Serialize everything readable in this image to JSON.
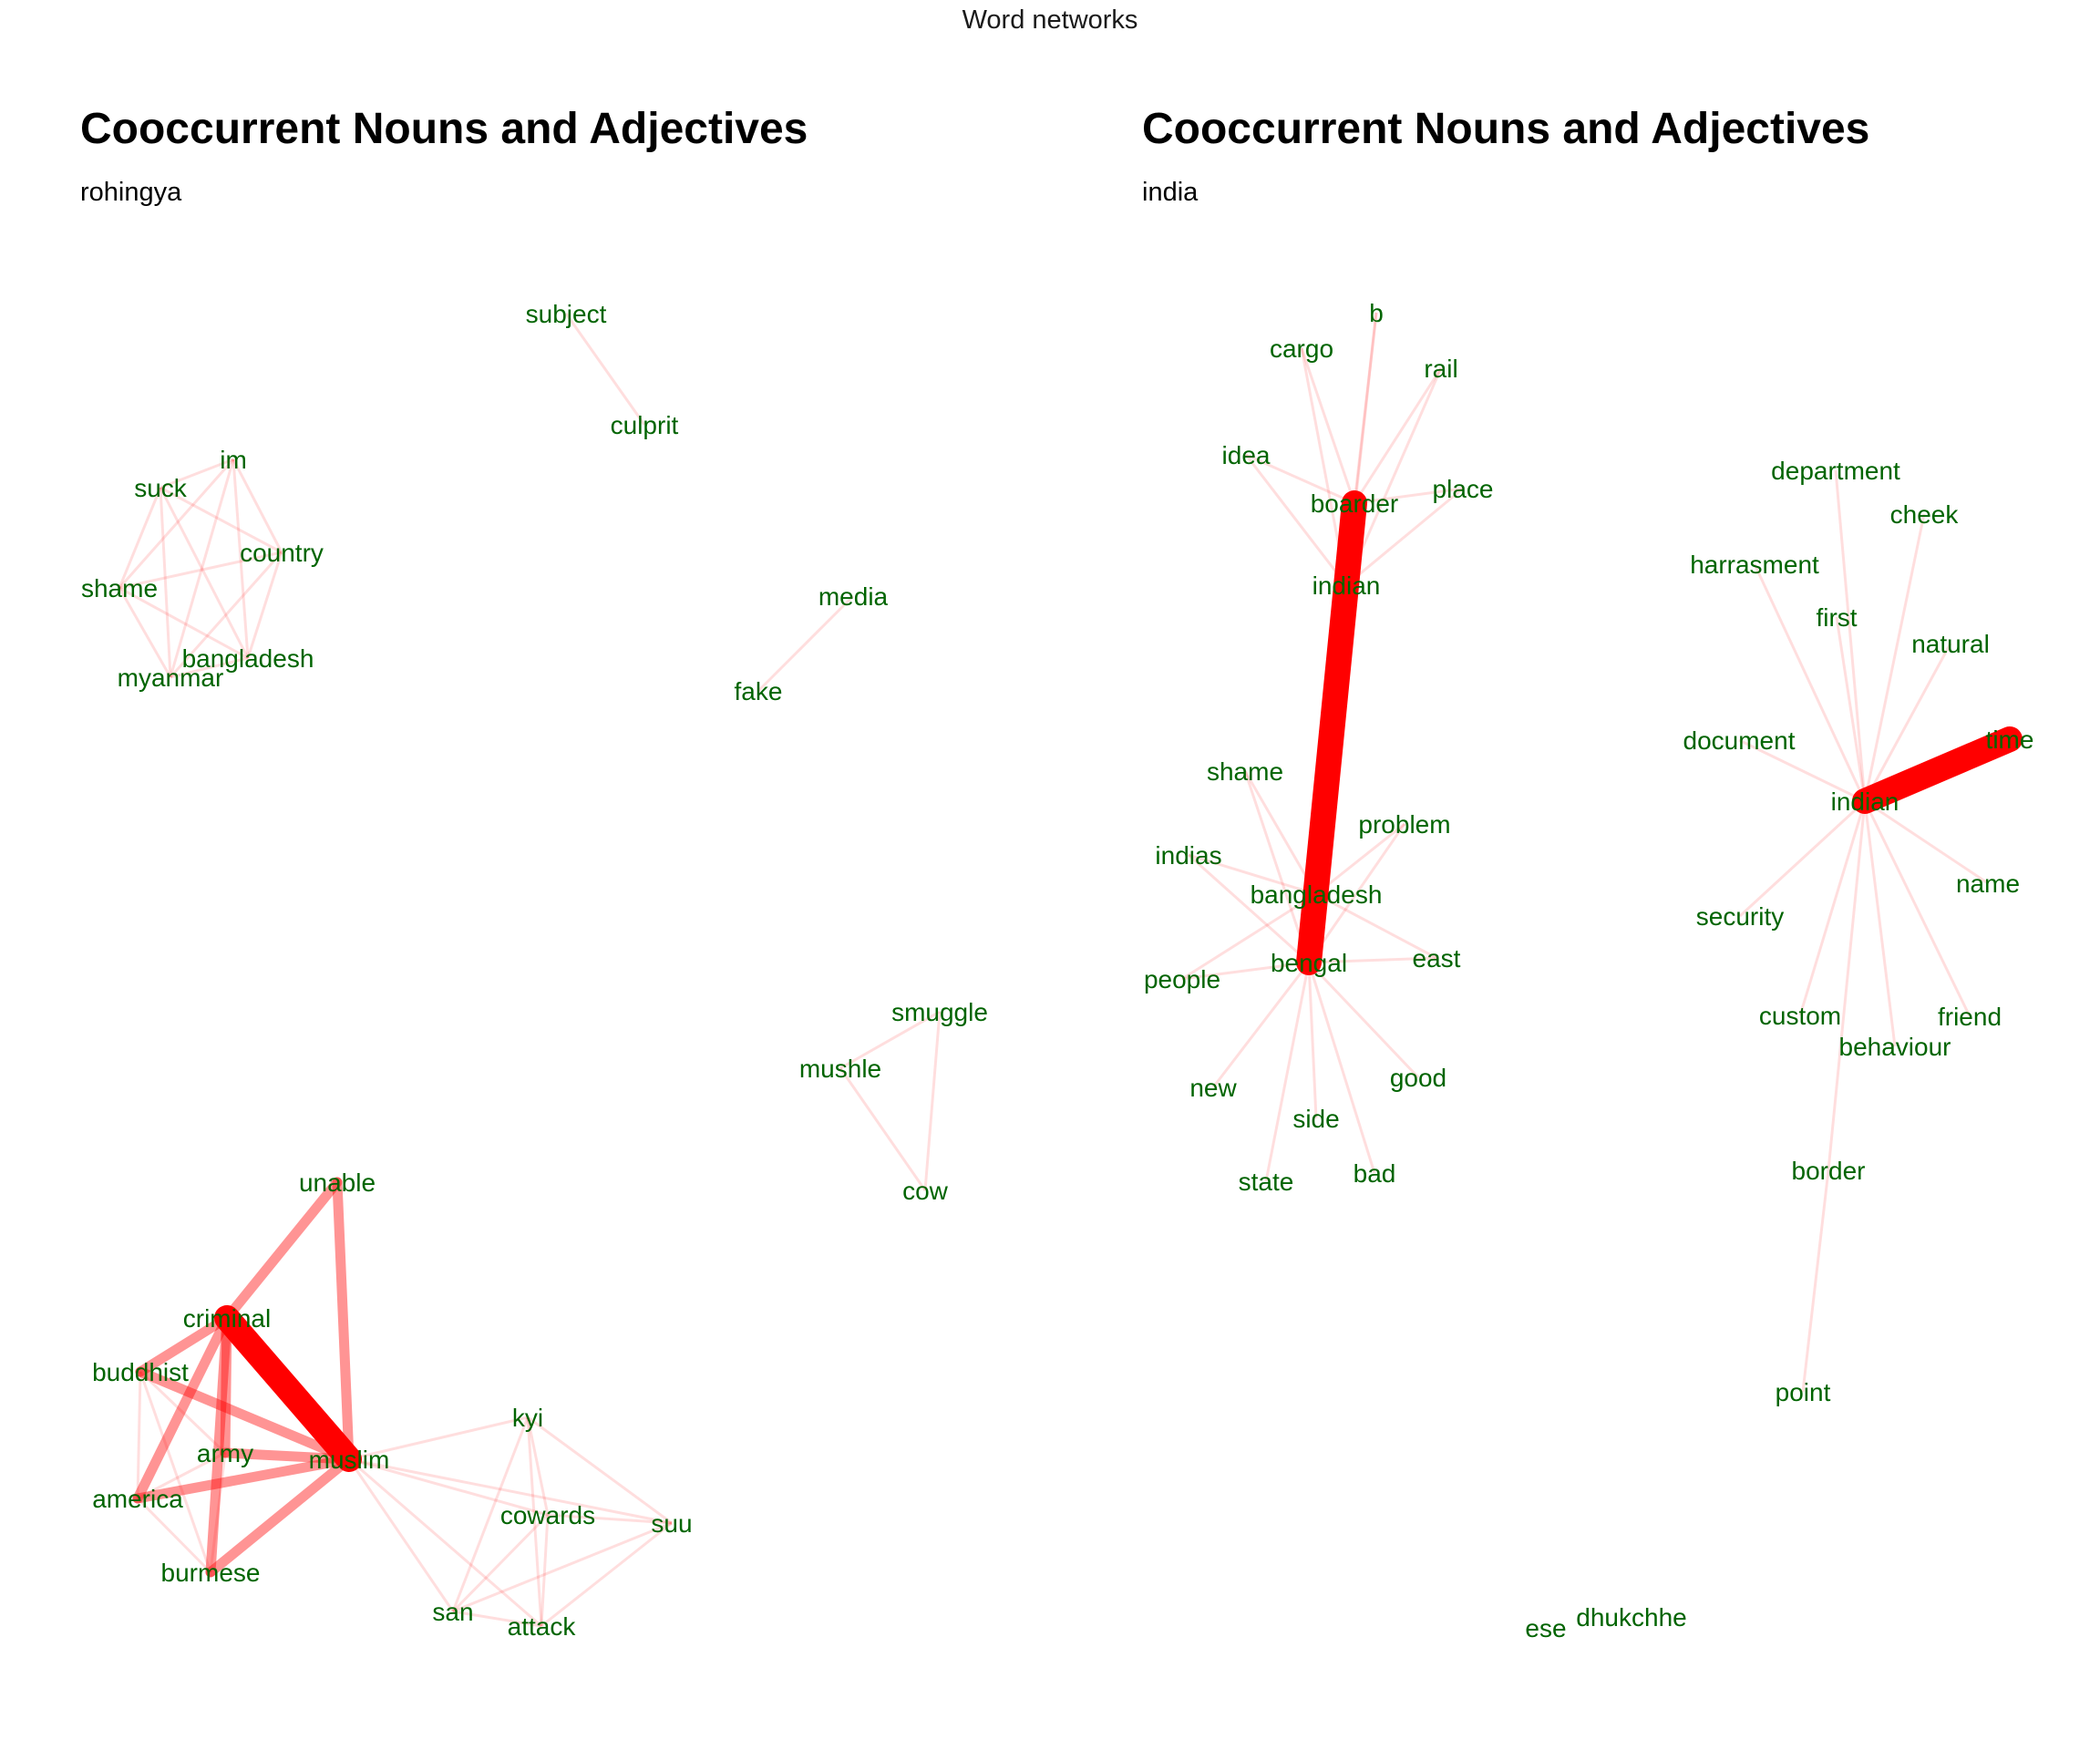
{
  "suptitle": "Word networks",
  "colors": {
    "edge": "#ff0000",
    "label": "#006400"
  },
  "networks": [
    {
      "title": "Cooccurrent Nouns and Adjectives",
      "subtitle": "rohingya",
      "nodes": [
        {
          "id": "subject",
          "label": "subject"
        },
        {
          "id": "culprit",
          "label": "culprit"
        },
        {
          "id": "im",
          "label": "im"
        },
        {
          "id": "suck",
          "label": "suck"
        },
        {
          "id": "country",
          "label": "country"
        },
        {
          "id": "shame",
          "label": "shame"
        },
        {
          "id": "bangladesh",
          "label": "bangladesh"
        },
        {
          "id": "myanmar",
          "label": "myanmar"
        },
        {
          "id": "media",
          "label": "media"
        },
        {
          "id": "fake",
          "label": "fake"
        },
        {
          "id": "smuggle",
          "label": "smuggle"
        },
        {
          "id": "mushle",
          "label": "mushle"
        },
        {
          "id": "cow",
          "label": "cow"
        },
        {
          "id": "unable",
          "label": "unable"
        },
        {
          "id": "criminal",
          "label": "criminal"
        },
        {
          "id": "buddhist",
          "label": "buddhist"
        },
        {
          "id": "army",
          "label": "army"
        },
        {
          "id": "muslim",
          "label": "muslim"
        },
        {
          "id": "america",
          "label": "america"
        },
        {
          "id": "burmese",
          "label": "burmese"
        },
        {
          "id": "kyi",
          "label": "kyi"
        },
        {
          "id": "cowards",
          "label": "cowards"
        },
        {
          "id": "suu",
          "label": "suu"
        },
        {
          "id": "san",
          "label": "san"
        },
        {
          "id": "attack",
          "label": "attack"
        }
      ],
      "edges": [
        {
          "source": "subject",
          "target": "culprit",
          "weight": 1
        },
        {
          "source": "media",
          "target": "fake",
          "weight": 1
        },
        {
          "source": "smuggle",
          "target": "mushle",
          "weight": 1
        },
        {
          "source": "smuggle",
          "target": "cow",
          "weight": 1
        },
        {
          "source": "mushle",
          "target": "cow",
          "weight": 1
        },
        {
          "source": "im",
          "target": "suck",
          "weight": 1
        },
        {
          "source": "im",
          "target": "country",
          "weight": 1
        },
        {
          "source": "im",
          "target": "shame",
          "weight": 1
        },
        {
          "source": "im",
          "target": "bangladesh",
          "weight": 1
        },
        {
          "source": "im",
          "target": "myanmar",
          "weight": 1
        },
        {
          "source": "suck",
          "target": "country",
          "weight": 1
        },
        {
          "source": "suck",
          "target": "shame",
          "weight": 1
        },
        {
          "source": "suck",
          "target": "bangladesh",
          "weight": 1
        },
        {
          "source": "suck",
          "target": "myanmar",
          "weight": 1
        },
        {
          "source": "country",
          "target": "shame",
          "weight": 1
        },
        {
          "source": "country",
          "target": "bangladesh",
          "weight": 1
        },
        {
          "source": "country",
          "target": "myanmar",
          "weight": 1
        },
        {
          "source": "shame",
          "target": "bangladesh",
          "weight": 1
        },
        {
          "source": "shame",
          "target": "myanmar",
          "weight": 1
        },
        {
          "source": "bangladesh",
          "target": "myanmar",
          "weight": 1
        },
        {
          "source": "criminal",
          "target": "muslim",
          "weight": 8
        },
        {
          "source": "criminal",
          "target": "unable",
          "weight": 3
        },
        {
          "source": "unable",
          "target": "muslim",
          "weight": 3
        },
        {
          "source": "criminal",
          "target": "buddhist",
          "weight": 3
        },
        {
          "source": "criminal",
          "target": "america",
          "weight": 3
        },
        {
          "source": "criminal",
          "target": "burmese",
          "weight": 3
        },
        {
          "source": "criminal",
          "target": "army",
          "weight": 2
        },
        {
          "source": "buddhist",
          "target": "muslim",
          "weight": 3
        },
        {
          "source": "america",
          "target": "muslim",
          "weight": 3
        },
        {
          "source": "burmese",
          "target": "muslim",
          "weight": 3
        },
        {
          "source": "army",
          "target": "muslim",
          "weight": 3
        },
        {
          "source": "buddhist",
          "target": "army",
          "weight": 1
        },
        {
          "source": "buddhist",
          "target": "america",
          "weight": 1
        },
        {
          "source": "buddhist",
          "target": "burmese",
          "weight": 1
        },
        {
          "source": "army",
          "target": "america",
          "weight": 1
        },
        {
          "source": "army",
          "target": "burmese",
          "weight": 1
        },
        {
          "source": "america",
          "target": "burmese",
          "weight": 1
        },
        {
          "source": "muslim",
          "target": "kyi",
          "weight": 1
        },
        {
          "source": "muslim",
          "target": "cowards",
          "weight": 1
        },
        {
          "source": "muslim",
          "target": "san",
          "weight": 1
        },
        {
          "source": "muslim",
          "target": "attack",
          "weight": 1
        },
        {
          "source": "muslim",
          "target": "suu",
          "weight": 1
        },
        {
          "source": "kyi",
          "target": "cowards",
          "weight": 1
        },
        {
          "source": "kyi",
          "target": "san",
          "weight": 1
        },
        {
          "source": "kyi",
          "target": "attack",
          "weight": 1
        },
        {
          "source": "kyi",
          "target": "suu",
          "weight": 1
        },
        {
          "source": "cowards",
          "target": "suu",
          "weight": 1
        },
        {
          "source": "cowards",
          "target": "san",
          "weight": 1
        },
        {
          "source": "cowards",
          "target": "attack",
          "weight": 1
        },
        {
          "source": "san",
          "target": "attack",
          "weight": 1
        },
        {
          "source": "san",
          "target": "suu",
          "weight": 1
        },
        {
          "source": "attack",
          "target": "suu",
          "weight": 1
        }
      ]
    },
    {
      "title": "Cooccurrent Nouns and Adjectives",
      "subtitle": "india",
      "nodes": [
        {
          "id": "b",
          "label": "b"
        },
        {
          "id": "cargo",
          "label": "cargo"
        },
        {
          "id": "rail",
          "label": "rail"
        },
        {
          "id": "idea",
          "label": "idea"
        },
        {
          "id": "place",
          "label": "place"
        },
        {
          "id": "boarder",
          "label": "boarder"
        },
        {
          "id": "indian1",
          "label": "indian"
        },
        {
          "id": "shame",
          "label": "shame"
        },
        {
          "id": "problem",
          "label": "problem"
        },
        {
          "id": "indias",
          "label": "indias"
        },
        {
          "id": "bangladesh",
          "label": "bangladesh"
        },
        {
          "id": "people",
          "label": "people"
        },
        {
          "id": "bengal",
          "label": "bengal"
        },
        {
          "id": "east",
          "label": "east"
        },
        {
          "id": "new",
          "label": "new"
        },
        {
          "id": "good",
          "label": "good"
        },
        {
          "id": "side",
          "label": "side"
        },
        {
          "id": "state",
          "label": "state"
        },
        {
          "id": "bad",
          "label": "bad"
        },
        {
          "id": "department",
          "label": "department"
        },
        {
          "id": "cheek",
          "label": "cheek"
        },
        {
          "id": "harrasment",
          "label": "harrasment"
        },
        {
          "id": "first",
          "label": "first"
        },
        {
          "id": "natural",
          "label": "natural"
        },
        {
          "id": "document",
          "label": "document"
        },
        {
          "id": "time",
          "label": "time"
        },
        {
          "id": "indian2",
          "label": "indian"
        },
        {
          "id": "name",
          "label": "name"
        },
        {
          "id": "security",
          "label": "security"
        },
        {
          "id": "custom",
          "label": "custom"
        },
        {
          "id": "friend",
          "label": "friend"
        },
        {
          "id": "behaviour",
          "label": "behaviour"
        },
        {
          "id": "border",
          "label": "border"
        },
        {
          "id": "point",
          "label": "point"
        },
        {
          "id": "ese",
          "label": "ese"
        },
        {
          "id": "dhukchhe",
          "label": "dhukchhe"
        }
      ],
      "edges": [
        {
          "source": "boarder",
          "target": "bengal",
          "weight": 9
        },
        {
          "source": "boarder",
          "target": "b",
          "weight": 1
        },
        {
          "source": "boarder",
          "target": "cargo",
          "weight": 1
        },
        {
          "source": "boarder",
          "target": "rail",
          "weight": 1
        },
        {
          "source": "boarder",
          "target": "idea",
          "weight": 1
        },
        {
          "source": "boarder",
          "target": "place",
          "weight": 1
        },
        {
          "source": "indian1",
          "target": "b",
          "weight": 1
        },
        {
          "source": "indian1",
          "target": "cargo",
          "weight": 1
        },
        {
          "source": "indian1",
          "target": "rail",
          "weight": 1
        },
        {
          "source": "indian1",
          "target": "idea",
          "weight": 1
        },
        {
          "source": "indian1",
          "target": "place",
          "weight": 1
        },
        {
          "source": "bengal",
          "target": "shame",
          "weight": 1
        },
        {
          "source": "bengal",
          "target": "problem",
          "weight": 1
        },
        {
          "source": "bengal",
          "target": "indias",
          "weight": 1
        },
        {
          "source": "bengal",
          "target": "people",
          "weight": 1
        },
        {
          "source": "bengal",
          "target": "east",
          "weight": 1
        },
        {
          "source": "bengal",
          "target": "new",
          "weight": 1
        },
        {
          "source": "bengal",
          "target": "good",
          "weight": 1
        },
        {
          "source": "bengal",
          "target": "side",
          "weight": 1
        },
        {
          "source": "bengal",
          "target": "state",
          "weight": 1
        },
        {
          "source": "bengal",
          "target": "bad",
          "weight": 1
        },
        {
          "source": "bangladesh",
          "target": "shame",
          "weight": 1
        },
        {
          "source": "bangladesh",
          "target": "problem",
          "weight": 1
        },
        {
          "source": "bangladesh",
          "target": "indias",
          "weight": 1
        },
        {
          "source": "bangladesh",
          "target": "people",
          "weight": 1
        },
        {
          "source": "bangladesh",
          "target": "east",
          "weight": 1
        },
        {
          "source": "indian2",
          "target": "time",
          "weight": 8
        },
        {
          "source": "indian2",
          "target": "department",
          "weight": 1
        },
        {
          "source": "indian2",
          "target": "cheek",
          "weight": 1
        },
        {
          "source": "indian2",
          "target": "harrasment",
          "weight": 1
        },
        {
          "source": "indian2",
          "target": "first",
          "weight": 1
        },
        {
          "source": "indian2",
          "target": "natural",
          "weight": 1
        },
        {
          "source": "indian2",
          "target": "document",
          "weight": 1
        },
        {
          "source": "indian2",
          "target": "name",
          "weight": 1
        },
        {
          "source": "indian2",
          "target": "security",
          "weight": 1
        },
        {
          "source": "indian2",
          "target": "custom",
          "weight": 1
        },
        {
          "source": "indian2",
          "target": "friend",
          "weight": 1
        },
        {
          "source": "indian2",
          "target": "behaviour",
          "weight": 1
        },
        {
          "source": "indian2",
          "target": "border",
          "weight": 1
        },
        {
          "source": "border",
          "target": "point",
          "weight": 1
        }
      ]
    }
  ]
}
